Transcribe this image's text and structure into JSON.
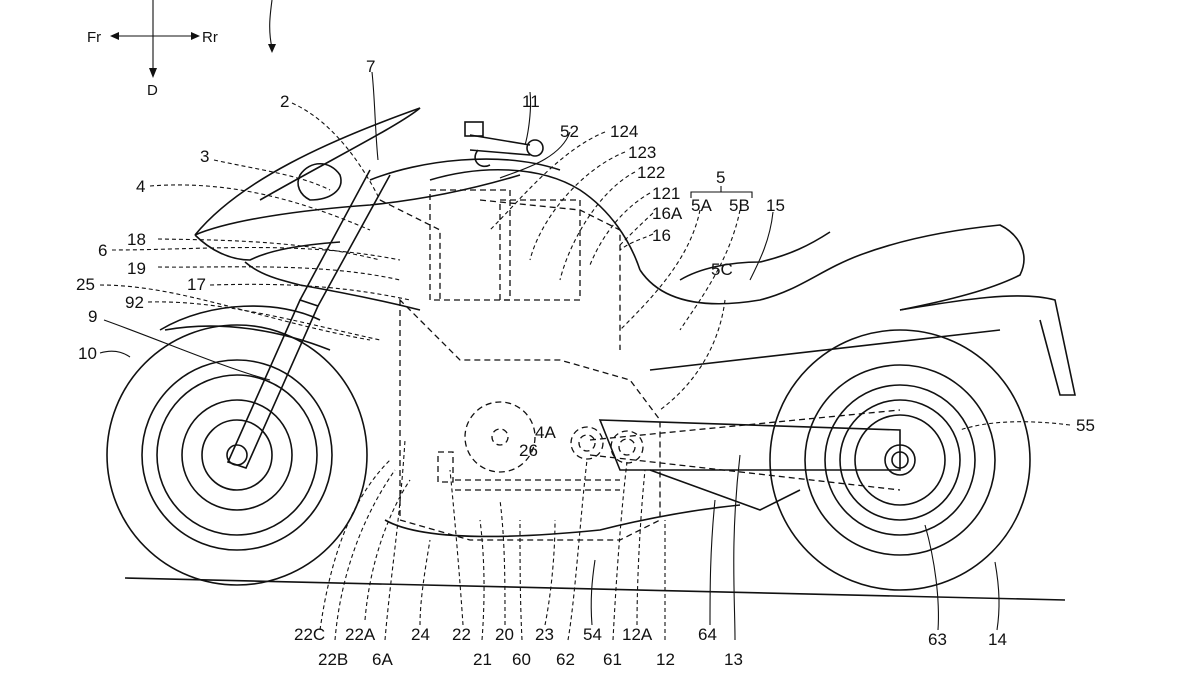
{
  "figure": {
    "type": "patent-drawing",
    "subject": "motorcycle side view",
    "ink_color": "#111111",
    "background_color": "#ffffff"
  },
  "direction_indicator": {
    "front": "Fr",
    "rear": "Rr",
    "down": "D"
  },
  "labels": [
    {
      "id": "2",
      "text": "2"
    },
    {
      "id": "3",
      "text": "3"
    },
    {
      "id": "4",
      "text": "4"
    },
    {
      "id": "6",
      "text": "6"
    },
    {
      "id": "7",
      "text": "7"
    },
    {
      "id": "9",
      "text": "9"
    },
    {
      "id": "10",
      "text": "10"
    },
    {
      "id": "11",
      "text": "11"
    },
    {
      "id": "17",
      "text": "17"
    },
    {
      "id": "18",
      "text": "18"
    },
    {
      "id": "19",
      "text": "19"
    },
    {
      "id": "25",
      "text": "25"
    },
    {
      "id": "92",
      "text": "92"
    },
    {
      "id": "52",
      "text": "52"
    },
    {
      "id": "124",
      "text": "124"
    },
    {
      "id": "123",
      "text": "123"
    },
    {
      "id": "122",
      "text": "122"
    },
    {
      "id": "121",
      "text": "121"
    },
    {
      "id": "16A",
      "text": "16A"
    },
    {
      "id": "16",
      "text": "16"
    },
    {
      "id": "5",
      "text": "5"
    },
    {
      "id": "5A",
      "text": "5A"
    },
    {
      "id": "5B",
      "text": "5B"
    },
    {
      "id": "5C",
      "text": "5C"
    },
    {
      "id": "15",
      "text": "15"
    },
    {
      "id": "55",
      "text": "55"
    },
    {
      "id": "4A",
      "text": "4A"
    },
    {
      "id": "26",
      "text": "26"
    },
    {
      "id": "22C",
      "text": "22C"
    },
    {
      "id": "22B",
      "text": "22B"
    },
    {
      "id": "22A",
      "text": "22A"
    },
    {
      "id": "6A",
      "text": "6A"
    },
    {
      "id": "24",
      "text": "24"
    },
    {
      "id": "22",
      "text": "22"
    },
    {
      "id": "21",
      "text": "21"
    },
    {
      "id": "20",
      "text": "20"
    },
    {
      "id": "60",
      "text": "60"
    },
    {
      "id": "23",
      "text": "23"
    },
    {
      "id": "62",
      "text": "62"
    },
    {
      "id": "54",
      "text": "54"
    },
    {
      "id": "61",
      "text": "61"
    },
    {
      "id": "12A",
      "text": "12A"
    },
    {
      "id": "12",
      "text": "12"
    },
    {
      "id": "64",
      "text": "64"
    },
    {
      "id": "13",
      "text": "13"
    },
    {
      "id": "63",
      "text": "63"
    },
    {
      "id": "14",
      "text": "14"
    }
  ]
}
